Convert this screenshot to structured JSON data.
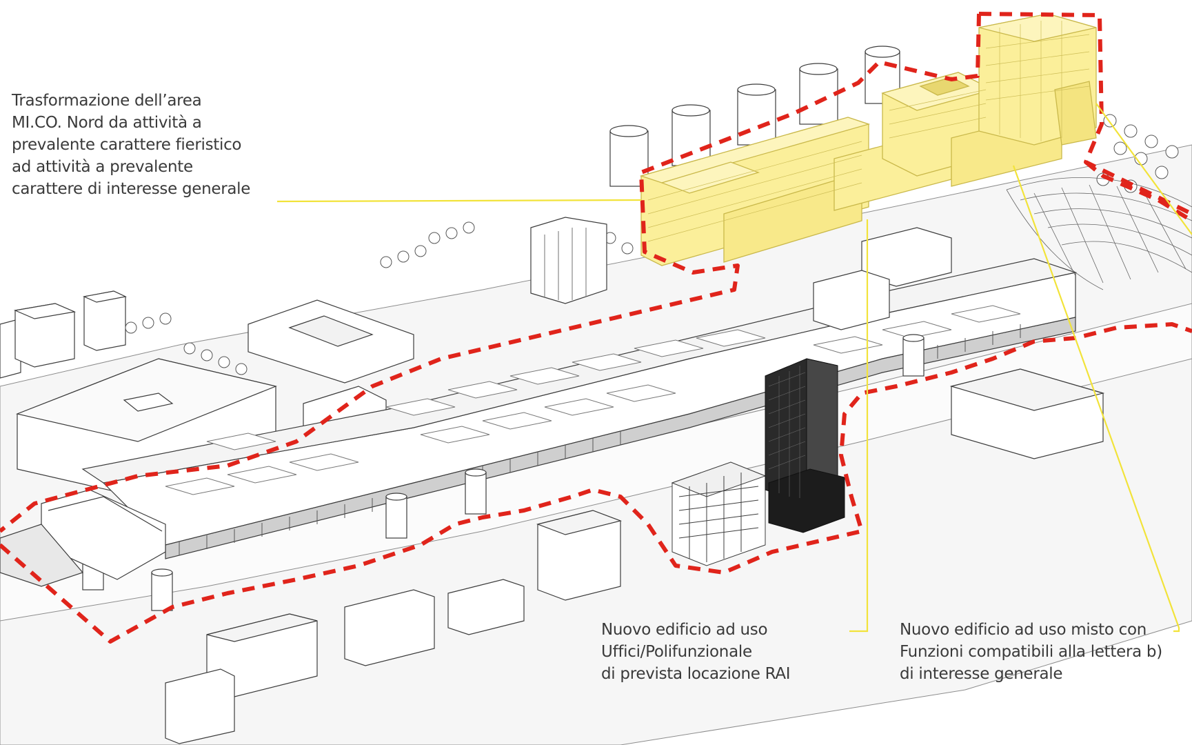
{
  "colors": {
    "highlight_fill": "#fbef9a",
    "highlight_stroke": "#c9b84a",
    "leader_line": "#f2e33a",
    "boundary_red": "#e0241b",
    "building_stroke": "#3c3c3c",
    "tower_dark": "#1c1c1c"
  },
  "annotations": {
    "mico": {
      "lines": [
        "Trasformazione dell’area",
        "MI.CO. Nord da attività a",
        "prevalente carattere fieristico",
        "ad attività a prevalente",
        "carattere di interesse generale"
      ]
    },
    "rai": {
      "lines": [
        "Nuovo edificio ad uso",
        "Uffici/Polifunzionale",
        "di prevista locazione RAI"
      ]
    },
    "mixed": {
      "lines": [
        "Nuovo edificio ad uso misto con",
        "Funzioni compatibili alla lettera b)",
        "di interesse generale"
      ]
    }
  }
}
